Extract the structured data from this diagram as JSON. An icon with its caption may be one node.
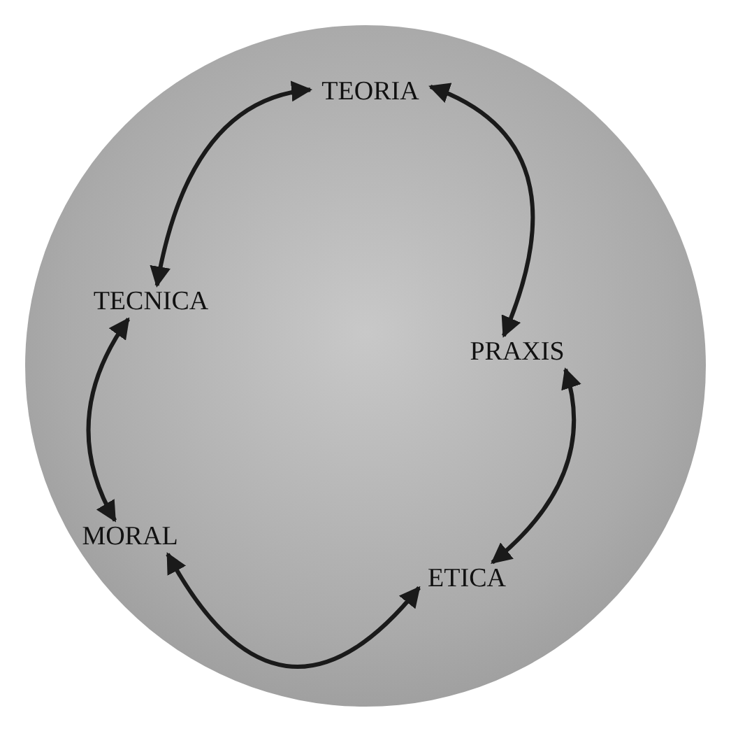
{
  "diagram": {
    "nodes": [
      {
        "text": [],
        "shape": "circle"
      },
      {
        "text": [
          "TEORIA"
        ],
        "in": 0
      },
      {
        "text": [
          "TECNICA"
        ],
        "in": 0
      },
      {
        "text": [
          "PRAXIS"
        ],
        "in": 0
      },
      {
        "text": [
          "MORAL"
        ],
        "in": 0
      },
      {
        "text": [
          "ETICA"
        ],
        "in": 0
      }
    ],
    "edges": [
      {
        "from": 1,
        "to": 2,
        "arrow": "both"
      },
      {
        "from": 1,
        "to": 3,
        "arrow": "both"
      },
      {
        "from": 3,
        "to": 5,
        "arrow": "both"
      },
      {
        "from": 5,
        "to": 4,
        "arrow": "both"
      },
      {
        "from": 2,
        "to": 4,
        "arrow": "both"
      }
    ]
  }
}
